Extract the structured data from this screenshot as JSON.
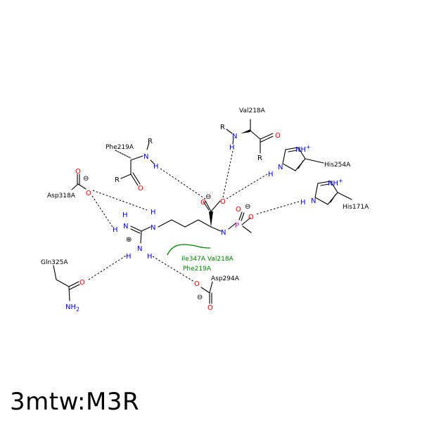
{
  "caption": "3mtw:M3R",
  "colors": {
    "nitrogen": "#0000ff",
    "oxygen": "#ff0000",
    "phosphorus": "#cc00cc",
    "hydrophobic": "#008000",
    "bond": "#000000",
    "background": "#ffffff"
  },
  "residues": {
    "val218": "Val218A",
    "phe219": "Phe219A",
    "his254": "His254A",
    "asp318": "Asp318A",
    "his171": "His171A",
    "gln325": "Gln325A",
    "asp294": "Asp294A"
  },
  "hydrophobic_contacts": {
    "line1": "Ile347A Val218A",
    "line2": "Phe219A"
  },
  "atoms": {
    "n": "N",
    "o": "O",
    "h": "H",
    "p": "P",
    "r": "R",
    "nh2": "NH",
    "sub2": "2",
    "plus": "+",
    "minus": "⊖",
    "charge_plus": "⊕"
  }
}
